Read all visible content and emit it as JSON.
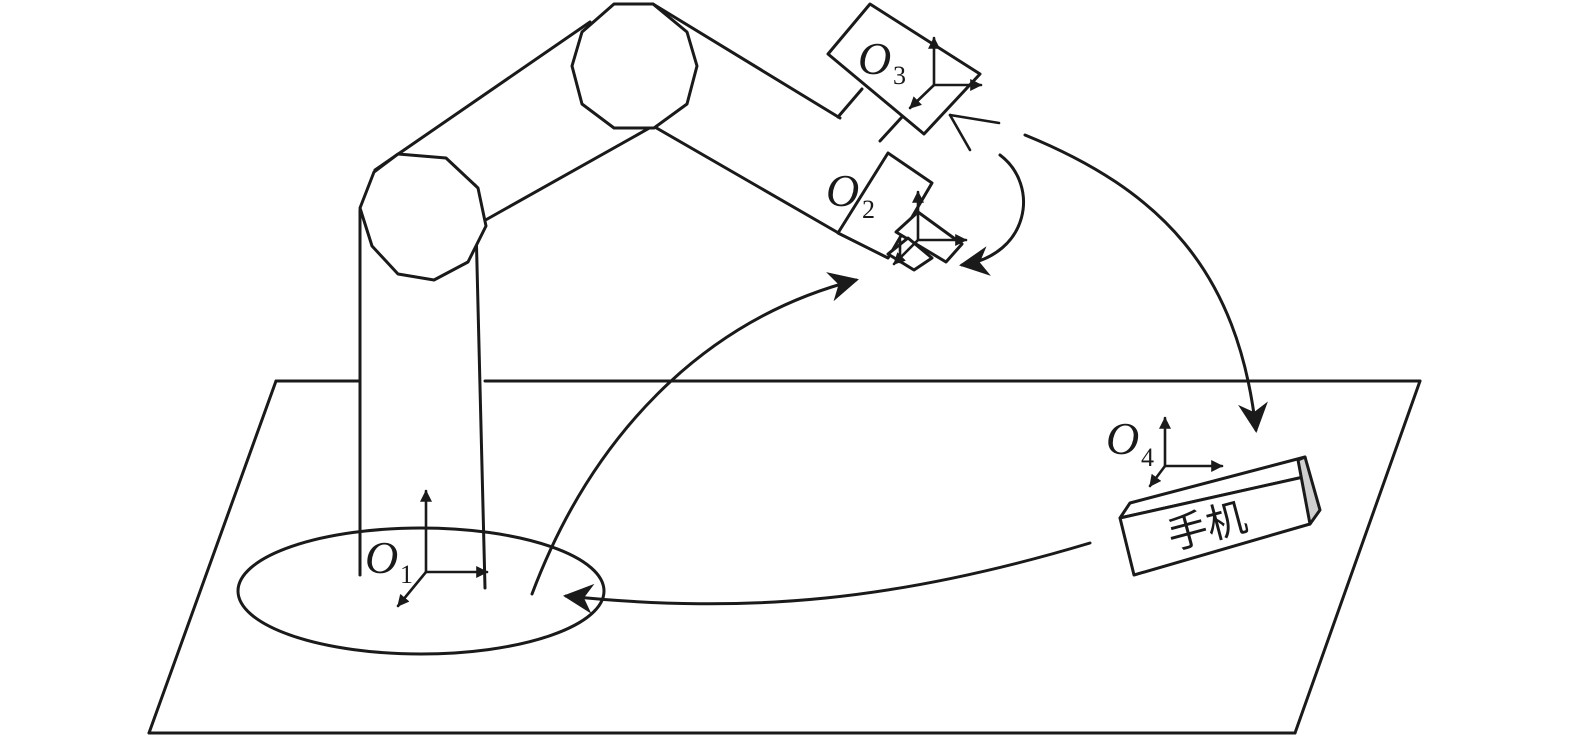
{
  "frames": {
    "o1": {
      "letter": "O",
      "sub": "1"
    },
    "o2": {
      "letter": "O",
      "sub": "2"
    },
    "o3": {
      "letter": "O",
      "sub": "3"
    },
    "o4": {
      "letter": "O",
      "sub": "4"
    }
  },
  "phone": {
    "label": "手机"
  },
  "colors": {
    "line": "#1a1a1a",
    "background": "#ffffff",
    "phone_side": "#cfcfcf"
  }
}
